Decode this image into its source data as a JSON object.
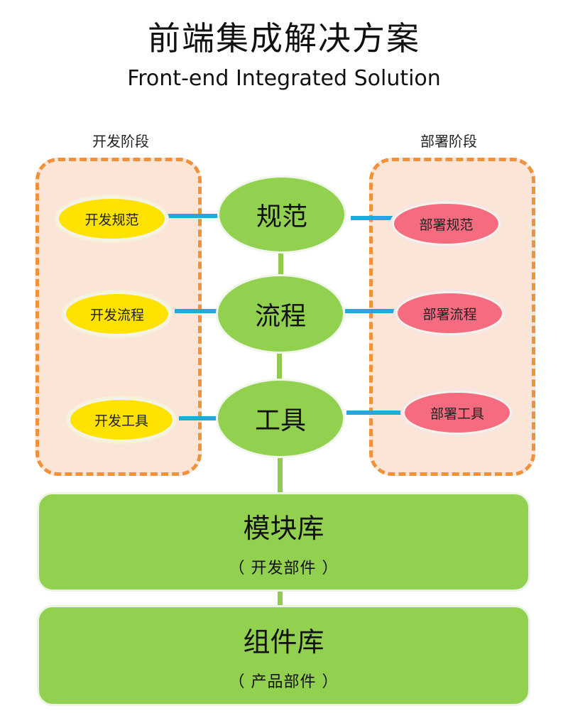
{
  "title": "前端集成解决方案",
  "subtitle": "Front-end Integrated Solution",
  "development": {
    "label": "开发阶段",
    "items": [
      "开发规范",
      "开发流程",
      "开发工具"
    ]
  },
  "deployment": {
    "label": "部署阶段",
    "items": [
      "部署规范",
      "部署流程",
      "部署工具"
    ]
  },
  "core": [
    "规范",
    "流程",
    "工具"
  ],
  "libraries": [
    {
      "name": "模块库",
      "note": "（ 开发部件 ）"
    },
    {
      "name": "组件库",
      "note": "（ 产品部件 ）"
    }
  ],
  "colors": {
    "panel_fill": "#fbe5d6",
    "panel_border": "#f0913c",
    "core_green": "#92d050",
    "dev_yellow": "#ffe200",
    "deploy_pink": "#f56b80",
    "connector_blue": "#1fa9dc"
  }
}
